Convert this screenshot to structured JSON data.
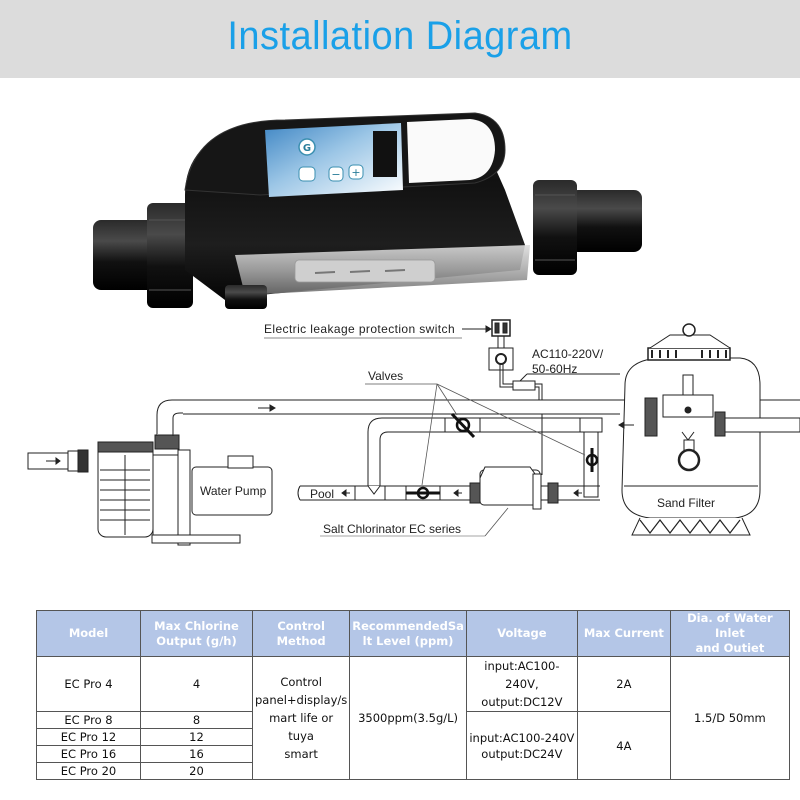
{
  "header": {
    "title": "Installation Diagram",
    "title_color": "#1aa0e8",
    "background": "#dcdcdc"
  },
  "product_image": {
    "description": "Black salt chlorinator unit with control panel, display, and pipe union fittings",
    "panel_buttons": [
      "power-button",
      "mode-button",
      "minus-button",
      "plus-button"
    ],
    "panel_button_glyphs": {
      "power": "G",
      "minus": "−",
      "plus": "+"
    }
  },
  "diagram": {
    "labels": {
      "leakage_switch": "Electric leakage protection switch",
      "power_supply_line1": "AC110-220V/",
      "power_supply_line2": "50-60Hz",
      "valves": "Valves",
      "water_pump": "Water Pump",
      "pool": "Pool",
      "chlorinator": "Salt Chlorinator EC series",
      "sand_filter": "Sand Filter"
    }
  },
  "spec_table": {
    "headers": [
      [
        "Model"
      ],
      [
        "Max Chlorine",
        "Output (g/h)"
      ],
      [
        "Control",
        "Method"
      ],
      [
        "RecommendedSa",
        "lt Level (ppm)"
      ],
      [
        "Voltage"
      ],
      [
        "Max Current"
      ],
      [
        "Dia. of Water Inlet",
        "and Outiet"
      ]
    ],
    "header_color": "#b4c6e7",
    "rows": [
      {
        "model": "EC Pro 4",
        "output": "4"
      },
      {
        "model": "EC Pro 8",
        "output": "8"
      },
      {
        "model": "EC Pro 12",
        "output": "12"
      },
      {
        "model": "EC Pro 16",
        "output": "16"
      },
      {
        "model": "EC Pro 20",
        "output": "20"
      }
    ],
    "control_method": [
      "Control",
      "panel+display/s",
      "mart life or tuya",
      "smart"
    ],
    "salt_level": "3500ppm(3.5g/L)",
    "voltage_group_1": [
      "input:AC100-240V,",
      "output:DC12V"
    ],
    "voltage_group_2": [
      "input:AC100-240V",
      "output:DC24V"
    ],
    "current_group_1": "2A",
    "current_group_2": "4A",
    "dia": "1.5/D 50mm"
  }
}
